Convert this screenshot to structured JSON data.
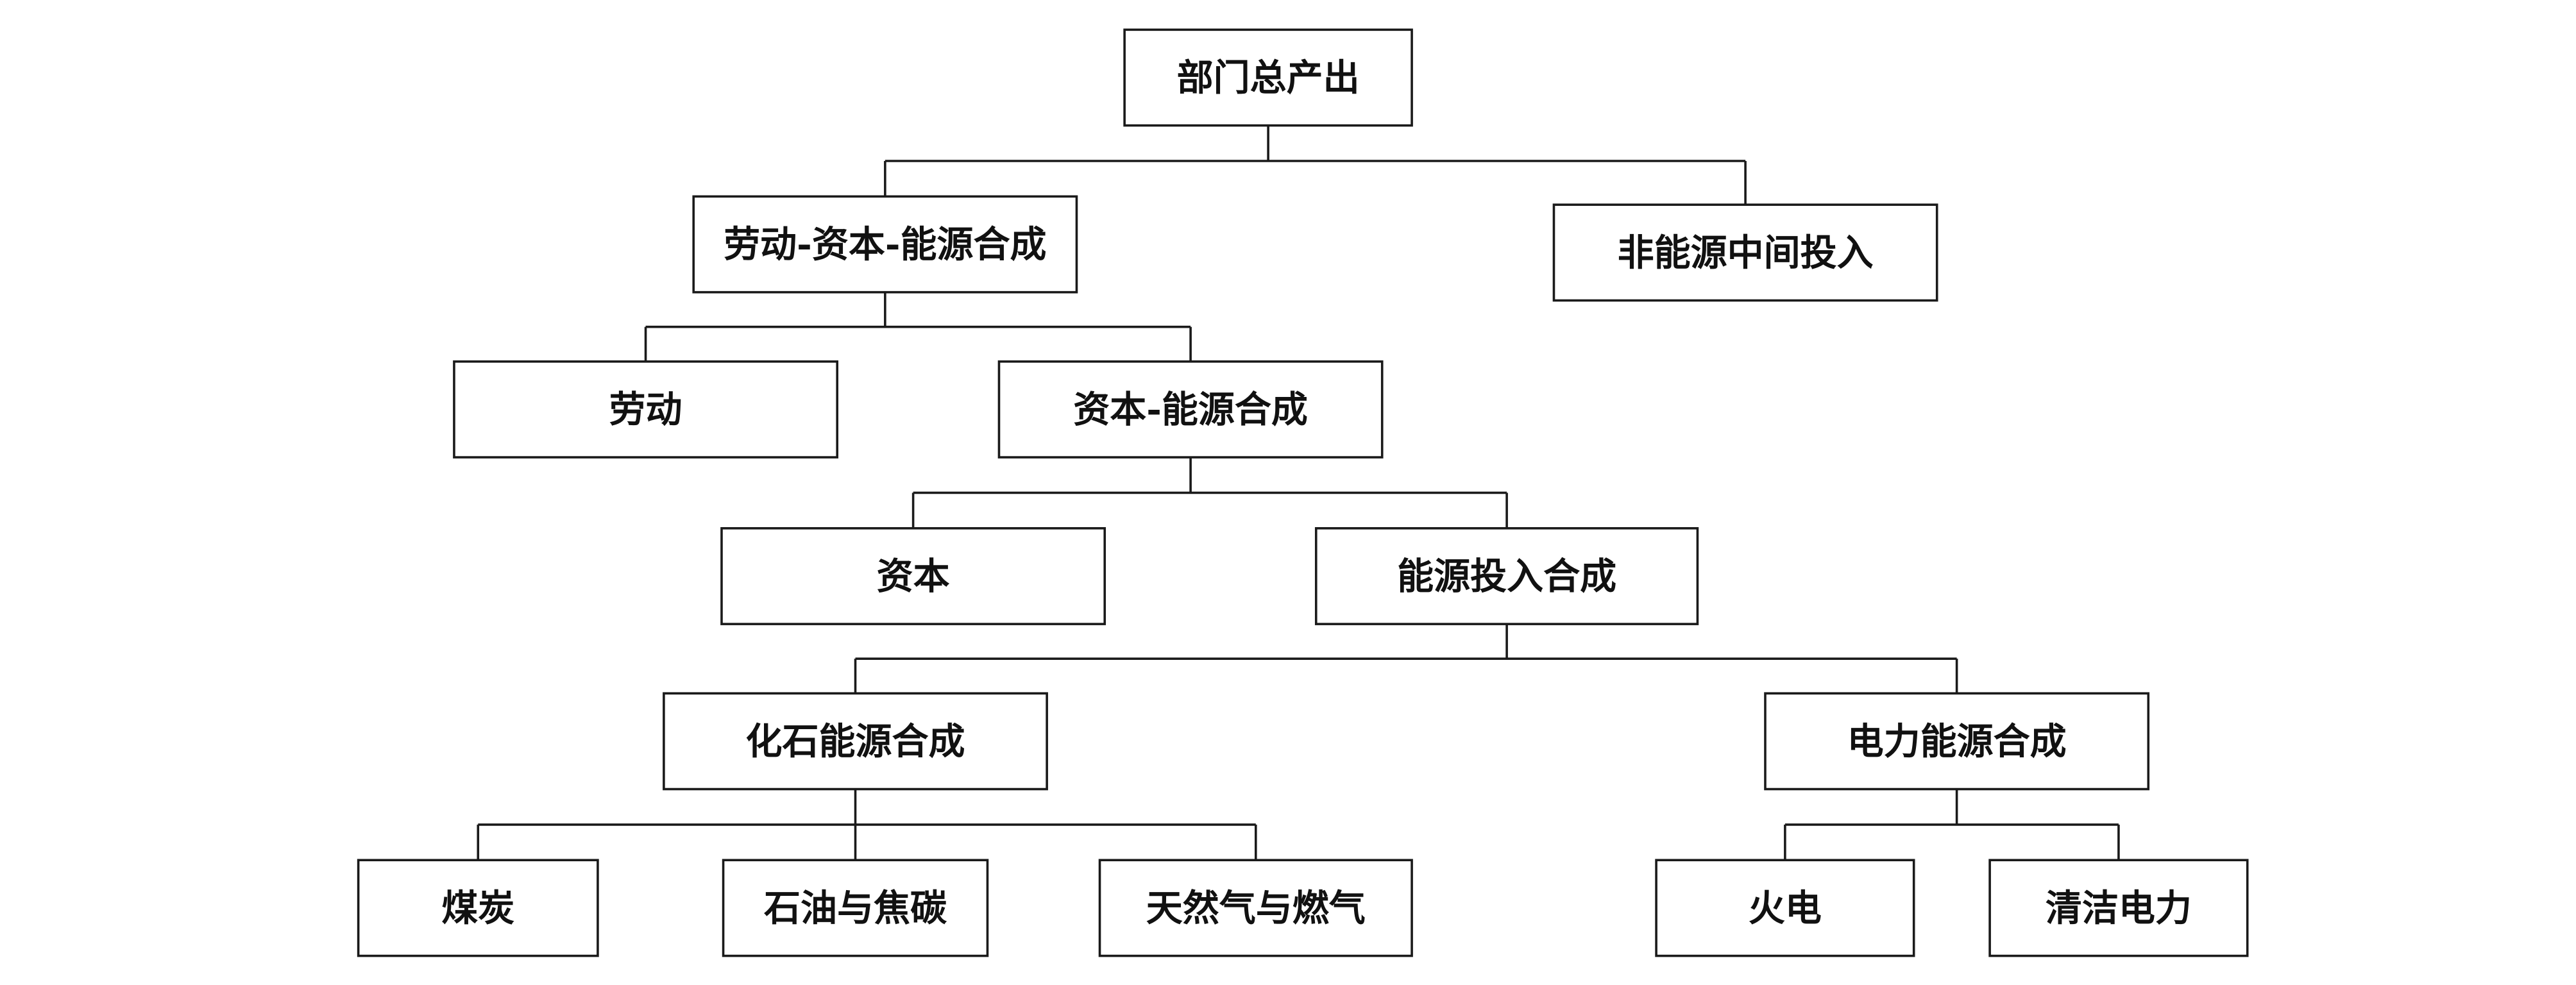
{
  "nodes": {
    "total_output": "部门总产出",
    "lke": "劳动-资本-能源合成",
    "non_energy": "非能源中间投入",
    "labor": "劳动",
    "ke": "资本-能源合成",
    "capital": "资本",
    "energy": "能源投入合成",
    "fossil": "化石能源合成",
    "electric": "电力能源合成",
    "coal": "煤炭",
    "oil": "石油与焦碳",
    "gas": "天然气与燃气",
    "thermal": "火电",
    "clean": "清洁电力"
  },
  "edges": [
    [
      "total_output",
      "lke"
    ],
    [
      "total_output",
      "non_energy"
    ],
    [
      "lke",
      "labor"
    ],
    [
      "lke",
      "ke"
    ],
    [
      "ke",
      "capital"
    ],
    [
      "ke",
      "energy"
    ],
    [
      "energy",
      "fossil"
    ],
    [
      "energy",
      "electric"
    ],
    [
      "fossil",
      "coal"
    ],
    [
      "fossil",
      "oil"
    ],
    [
      "fossil",
      "gas"
    ],
    [
      "electric",
      "thermal"
    ],
    [
      "electric",
      "clean"
    ]
  ]
}
